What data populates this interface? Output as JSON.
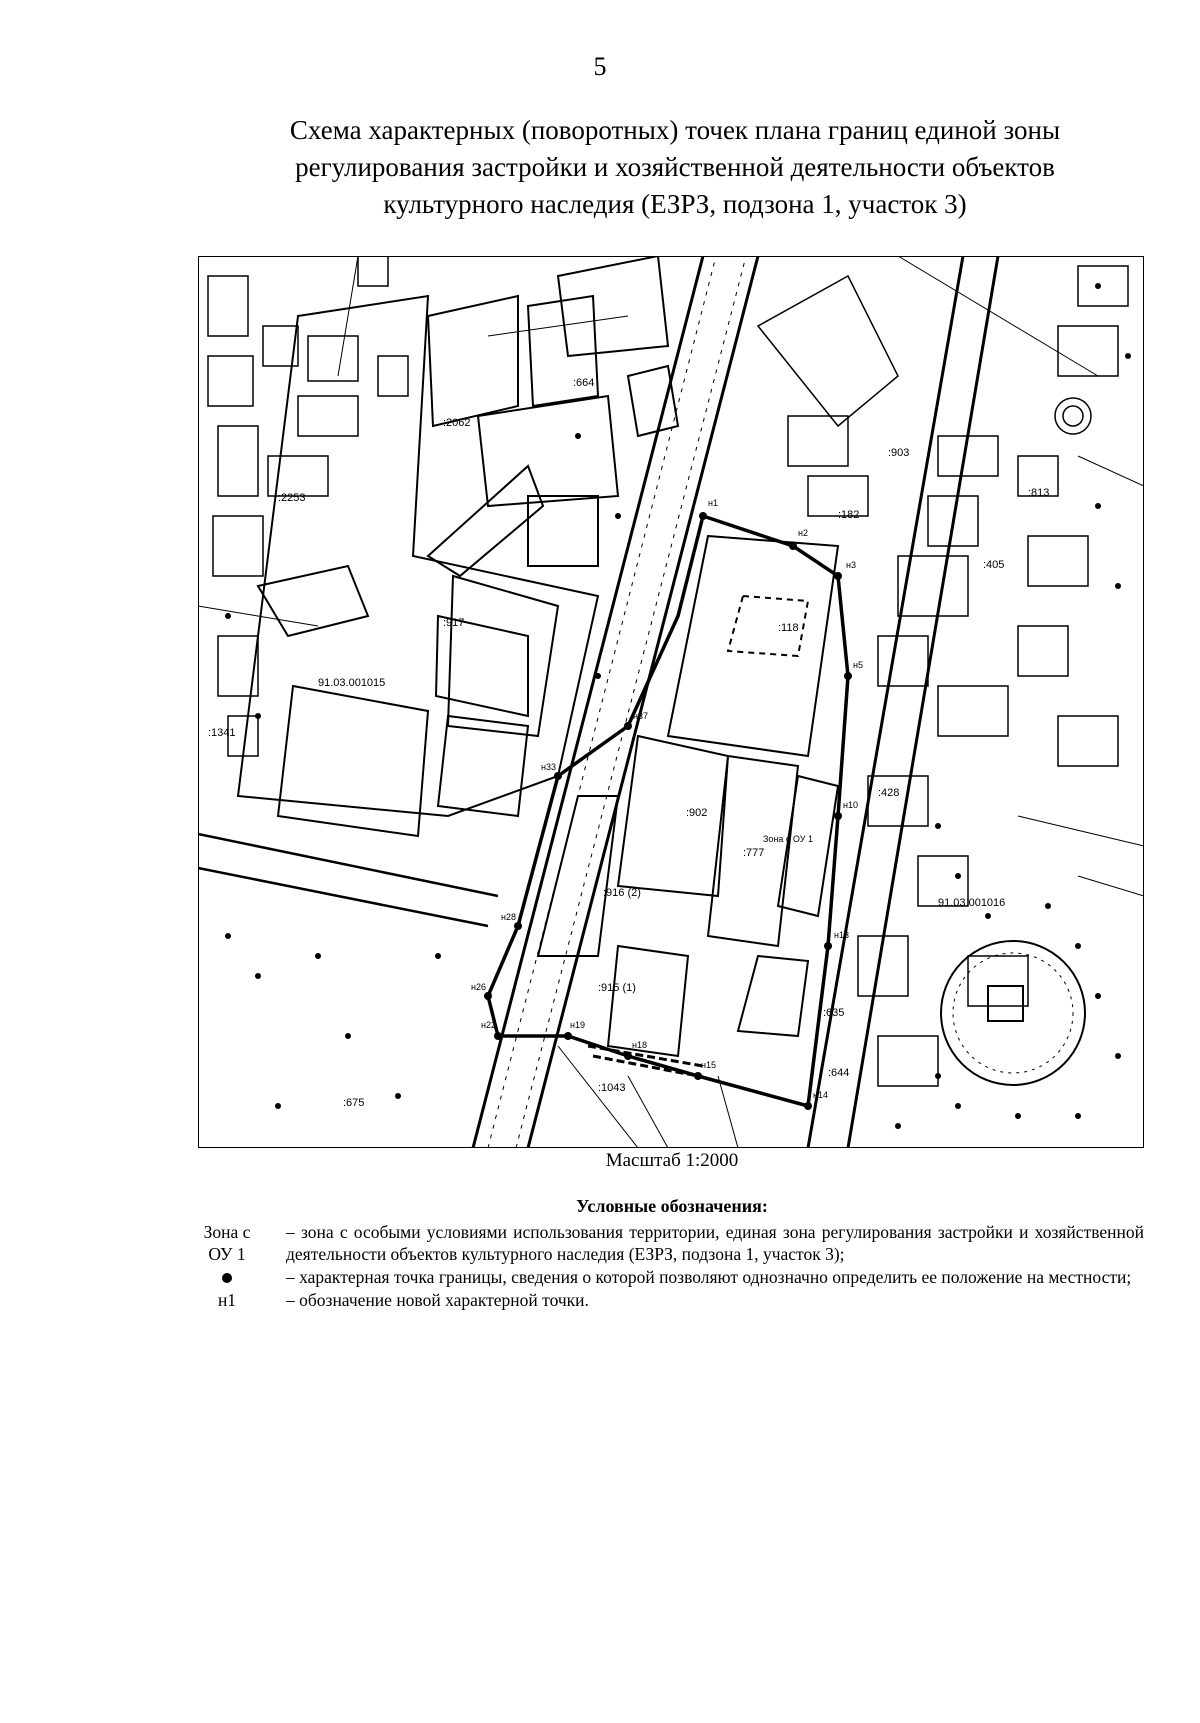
{
  "page_number": "5",
  "title": {
    "line1": "Схема характерных (поворотных) точек плана границ единой зоны",
    "line2": "регулирования застройки и хозяйственной деятельности объектов",
    "line3": "культурного наследия (ЕЗРЗ, подзона 1, участок 3)"
  },
  "map": {
    "parcel_labels": {
      "cadastral_1015": "91.03.001015",
      "cadastral_1016": "91.03.001016",
      "p917": ":917",
      "p118": ":118",
      "p777": ":777",
      "p635": ":635",
      "p644": ":644",
      "p675": ":675",
      "p2062": ":2062",
      "p2253": ":2253",
      "p664": ":664",
      "p902": ":902",
      "p916": ":916 (2)",
      "p915": ":915 (1)",
      "p182": ":182",
      "p813": ":813",
      "p405": ":405",
      "p428": ":428",
      "p1341": ":1341",
      "p903": ":903",
      "p1043": ":1043"
    },
    "zone_label": "Зона с ОУ 1",
    "point_labels": [
      "н1",
      "н2",
      "н3",
      "н5",
      "н10",
      "н13",
      "н14",
      "н15",
      "н18",
      "н19",
      "н22",
      "н26",
      "н28",
      "н33",
      "н37"
    ]
  },
  "scale_label": "Масштаб 1:2000",
  "legend": {
    "title": "Условные обозначения:",
    "items": [
      {
        "symbol": "Зона с ОУ 1",
        "text": "– зона с особыми условиями использования территории, единая зона регулирования застройки и хозяйственной деятельности объектов культурного наследия (ЕЗРЗ, подзона 1, участок 3);"
      },
      {
        "symbol": "dot",
        "text": "– характерная точка границы, сведения о которой позволяют однозначно определить ее положение на местности;"
      },
      {
        "symbol": "н1",
        "text": "– обозначение новой характерной точки."
      }
    ]
  }
}
